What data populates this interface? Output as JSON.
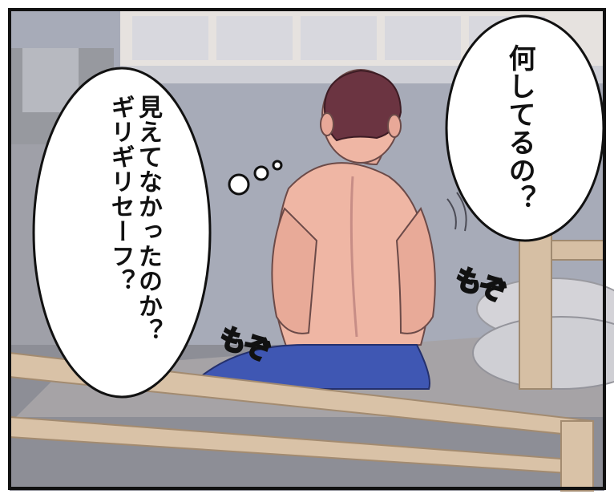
{
  "panel": {
    "speech_bubble_right": {
      "text": "何してるの？"
    },
    "thought_bubble_left": {
      "line1": "見えてなかったのか？",
      "line2": "ギリギリセーフ？"
    },
    "sfx_right": "もぞ",
    "sfx_left": "もぞ"
  },
  "colors": {
    "wall": "#a9acb7",
    "floor": "#8f8f97",
    "bed_frame": "#d7c0a5",
    "skin": "#efb5a3",
    "pants": "#3e56b2",
    "hair": "#6d3541",
    "pillow": "#cfd0d5",
    "outline": "#111111"
  }
}
